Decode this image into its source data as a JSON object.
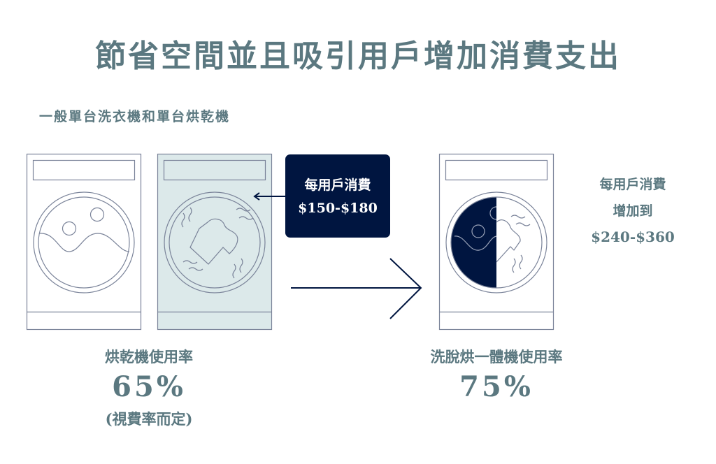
{
  "title": "節省空間並且吸引用戶增加消費支出",
  "subtitle": "一般單台洗衣機和單台烘乾機",
  "callout": {
    "label": "每用戶消費",
    "value": "$150-$180"
  },
  "right_note": {
    "line1": "每用戶消費",
    "line2": "增加到",
    "value": "$240-$360"
  },
  "left_stat": {
    "label": "烘乾機使用率",
    "value": "65%",
    "note": "(視費率而定)"
  },
  "right_stat": {
    "label": "洗脫烘一體機使用率",
    "value": "75%"
  },
  "colors": {
    "navy": "#001540",
    "text": "#5b7880",
    "dryer_fill": "#dce9ea",
    "outline": "#7a8399"
  }
}
